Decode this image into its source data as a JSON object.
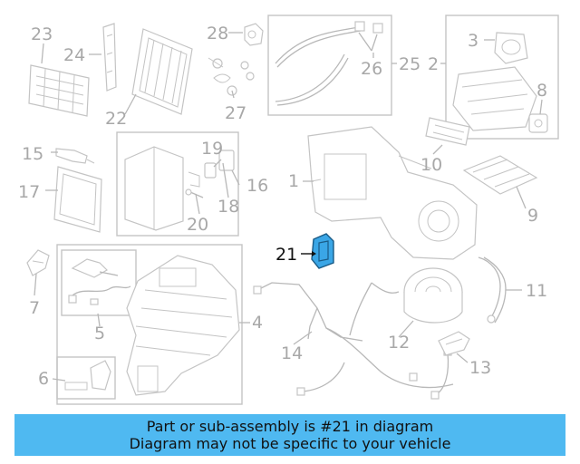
{
  "highlight": {
    "label": "21",
    "color": "#3aa6e6"
  },
  "callouts": {
    "c1": "1",
    "c2": "2",
    "c3": "3",
    "c4": "4",
    "c5": "5",
    "c6": "6",
    "c7": "7",
    "c8": "8",
    "c9": "9",
    "c10": "10",
    "c11": "11",
    "c12": "12",
    "c13": "13",
    "c14": "14",
    "c15": "15",
    "c16": "16",
    "c17": "17",
    "c18": "18",
    "c19": "19",
    "c20": "20",
    "c22": "22",
    "c23": "23",
    "c24": "24",
    "c25": "25",
    "c26": "26",
    "c27": "27",
    "c28": "28"
  },
  "banner": {
    "line1": "Part or sub-assembly is #21 in diagram",
    "line2": "Diagram may not be specific to your vehicle",
    "background": "#4fb9f1"
  }
}
